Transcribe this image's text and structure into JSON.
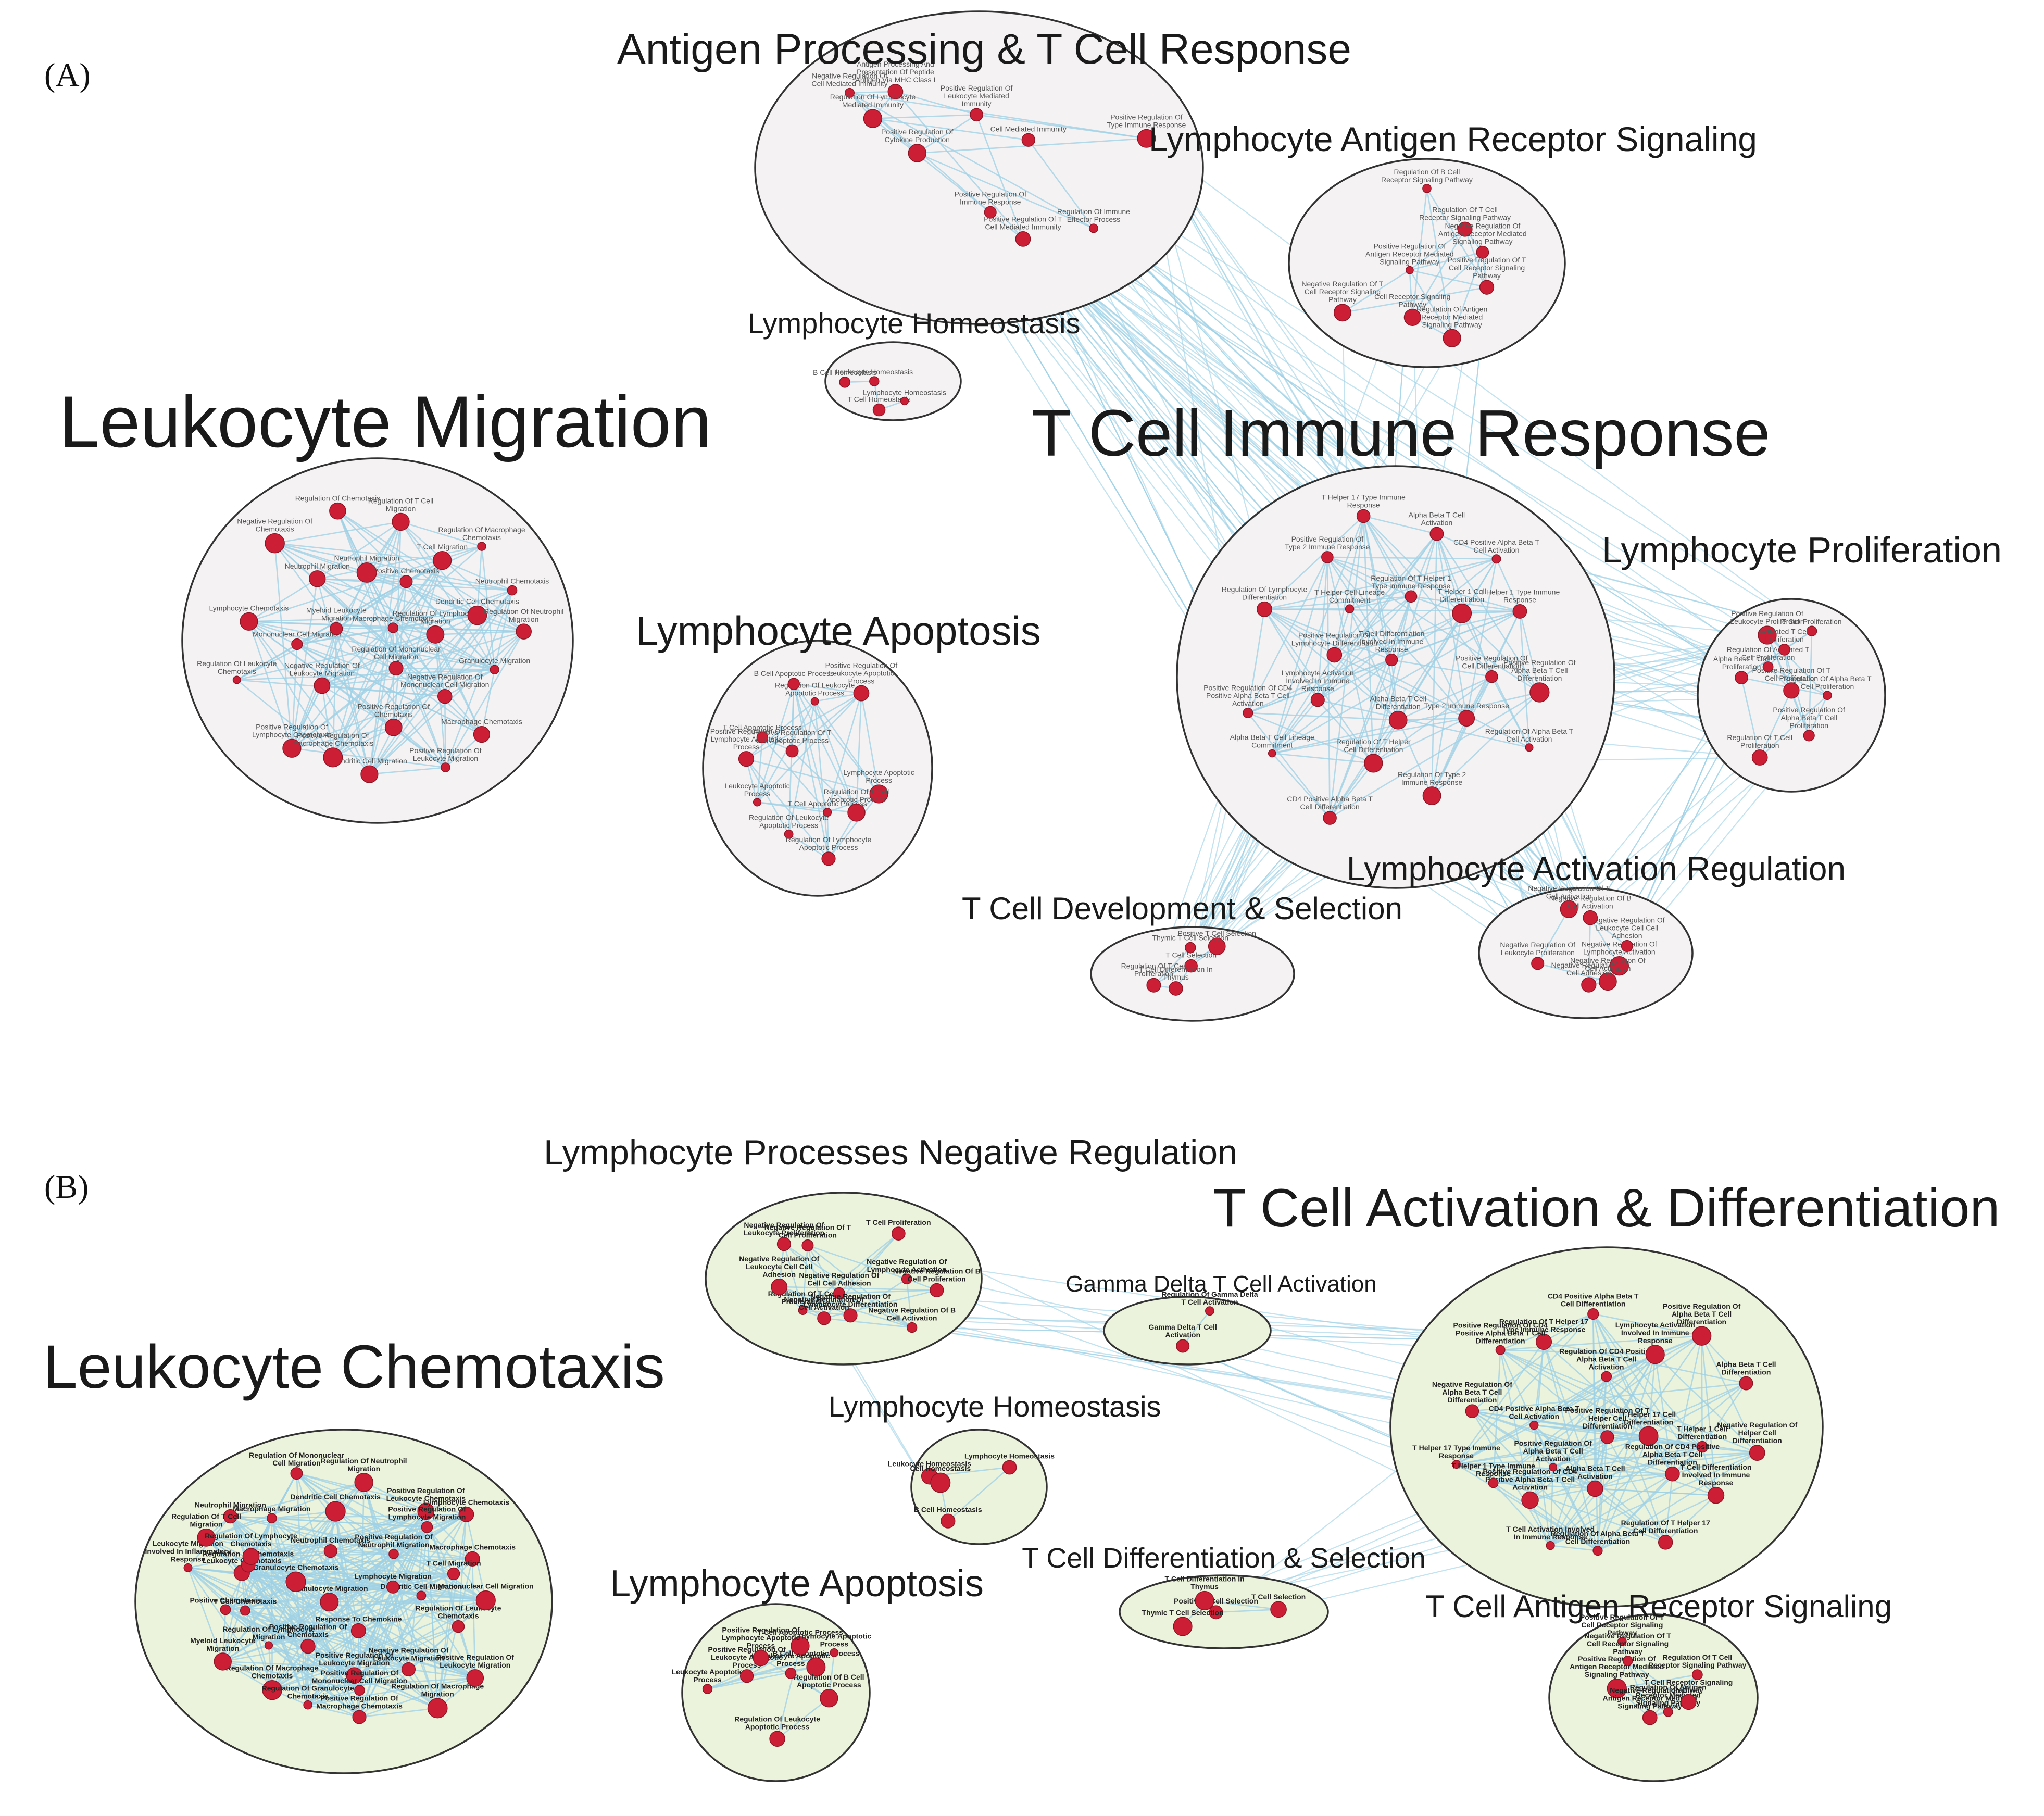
{
  "panels": [
    {
      "id": "A",
      "label": "(A)",
      "clusters": [
        {
          "id": "a_ap",
          "title": "Antigen Processing & T Cell Response",
          "nodes": [
            "Positive Regulation Of Leukocyte Mediated Immunity",
            "Positive Regulation Of Immune Response",
            "Antigen Processing And Presentation Of Peptide Antigen Via MHC Class I",
            "Cell Mediated Immunity",
            "Positive Regulation Of Cytokine Production",
            "Regulation Of Immune Effector Process",
            "Positive Regulation Of T Cell Mediated Immunity",
            "Positive Regulation Of Type Immune Response",
            "Negative Regulation Of Cell Mediated Immunity",
            "Regulation Of Lymphocyte Mediated Immunity"
          ]
        },
        {
          "id": "a_lars",
          "title": "Lymphocyte Antigen Receptor Signaling",
          "nodes": [
            "Cell Receptor Signaling Pathway",
            "Positive Regulation Of T Cell Receptor Signaling Pathway",
            "Regulation Of T Cell Receptor Signaling Pathway",
            "Regulation Of Antigen Receptor Mediated Signaling Pathway",
            "Regulation Of B Cell Receptor Signaling Pathway",
            "Negative Regulation Of Antigen Receptor Mediated Signaling Pathway",
            "Positive Regulation Of Antigen Receptor Mediated Signaling Pathway",
            "Negative Regulation Of T Cell Receptor Signaling Pathway"
          ]
        },
        {
          "id": "a_lh",
          "title": "Lymphocyte Homeostasis",
          "nodes": [
            "T Cell Homeostasis",
            "Lymphocyte Homeostasis",
            "B Cell Homeostasis",
            "Leukocyte Homeostasis"
          ]
        },
        {
          "id": "a_lm",
          "title": "Leukocyte Migration",
          "nodes": [
            "Dendritic Cell Migration",
            "Regulation Of T Cell Migration",
            "Regulation Of Lymphocyte Migration",
            "Mononuclear Cell Migration",
            "Positive Regulation Of Lymphocyte Chemotaxis",
            "Negative Regulation Of Leukocyte Migration",
            "Dendritic Cell Chemotaxis",
            "T Cell Migration",
            "Positive Regulation Of Macrophage Chemotaxis",
            "Regulation Of Mononuclear Cell Migration",
            "Regulation Of Leukocyte Chemotaxis",
            "Neutrophil Migration",
            "Positive Regulation Of Leukocyte Migration",
            "Macrophage Chemotaxis",
            "Positive Chemotaxis",
            "Positive Regulation Of Chemotaxis",
            "Regulation Of Macrophage Chemotaxis",
            "Regulation Of Neutrophil Migration",
            "Negative Regulation Of Mononuclear Cell Migration",
            "Negative Regulation Of Chemotaxis",
            "Regulation Of Chemotaxis",
            "Myeloid Leukocyte Migration",
            "Lymphocyte Chemotaxis",
            "Neutrophil Chemotaxis",
            "Macrophage Chemotaxis",
            "Granulocyte Migration",
            "Neutrophil Migration"
          ]
        },
        {
          "id": "a_la",
          "title": "Lymphocyte Apoptosis",
          "nodes": [
            "Regulation Of Leukocyte Apoptotic Process",
            "Positive Regulation Of T Cell Apoptotic Process",
            "T Cell Apoptotic Process",
            "Lymphocyte Apoptotic Process",
            "Regulation Of Leukocyte Apoptotic Process",
            "B Cell Apoptotic Process",
            "Regulation Of Lymphocyte Apoptotic Process",
            "T Cell Apoptotic Process",
            "Regulation Of T Cell Apoptotic Process",
            "Leukocyte Apoptotic Process",
            "Positive Regulation Of Lymphocyte Apoptotic Process",
            "Positive Regulation Of Leukocyte Apoptotic Process"
          ]
        },
        {
          "id": "a_tcir",
          "title": "T Cell Immune Response",
          "nodes": [
            "Regulation Of Lymphocyte Differentiation",
            "Positive Regulation Of Cell Differentiation",
            "Positive Regulation Of Lymphocyte Differentiation",
            "Positive Regulation Of Alpha Beta T Cell Differentiation",
            "Type 2 Immune Response",
            "Positive Regulation Of Type 2 Immune Response",
            "Regulation Of Alpha Beta T Cell Activation",
            "Positive Regulation Of CD4 Positive Alpha Beta T Cell Activation",
            "Regulation Of Type 2 Immune Response",
            "T Cell Differentiation Involved In Immune Response",
            "CD4 Positive Alpha Beta T Cell Activation",
            "CD4 Positive Alpha Beta T Cell Differentiation",
            "Alpha Beta T Cell Activation",
            "Lymphocyte Activation Involved In Immune Response",
            "Regulation Of T Helper Cell Differentiation",
            "T Helper 1 Type Immune Response",
            "Regulation Of T Helper 1 Type Immune Response",
            "Alpha Beta T Cell Lineage Commitment",
            "T Helper 17 Type Immune Response",
            "T Helper Cell Lineage Commitment",
            "T Helper 1 Cell Differentiation",
            "Alpha Beta T Cell Differentiation"
          ]
        },
        {
          "id": "a_lp",
          "title": "Lymphocyte Proliferation",
          "nodes": [
            "Regulation Of Activated T Cell Proliferation",
            "Regulation Of T Cell Proliferation",
            "Positive Regulation Of T Cell Proliferation",
            "T Cell Proliferation",
            "Positive Regulation Of Leukocyte Proliferation",
            "Alpha Beta T Cell Proliferation",
            "Regulation Of Alpha Beta T Cell Proliferation",
            "Activated T Cell Proliferation",
            "Positive Regulation Of Alpha Beta T Cell Proliferation"
          ]
        },
        {
          "id": "a_tcds",
          "title": "T Cell Development & Selection",
          "nodes": [
            "T Cell Selection",
            "Regulation Of T Cell Proliferation",
            "Positive T Cell Selection",
            "Thymic T Cell Selection",
            "T Cell Differentiation In Thymus"
          ]
        },
        {
          "id": "a_lar",
          "title": "Lymphocyte Activation Regulation",
          "nodes": [
            "Negative Regulation Of T Cell Activation",
            "Negative Regulation Of Lymphocyte Activation",
            "Negative Regulation Of Leukocyte Cell Cell Adhesion",
            "Negative Regulation Of Leukocyte Proliferation",
            "Negative Regulation Of B Cell Activation",
            "Negative Regulation Of Cell Activation",
            "Negative Regulation Of Cell Adhesion"
          ]
        }
      ]
    },
    {
      "id": "B",
      "label": "(B)",
      "clusters": [
        {
          "id": "b_lpnr",
          "title": "Lymphocyte Processes Negative Regulation",
          "nodes": [
            "Regulation Of T Cell Proliferation",
            "Negative Regulation Of T Cell Proliferation",
            "T Cell Proliferation",
            "Negative Regulation Of Cell Cell Adhesion",
            "Negative Regulation Of Lymphocyte Activation",
            "Negative Regulation Of Leukocyte Proliferation",
            "Negative Regulation Of Leukocyte Cell Cell Adhesion",
            "Negative Regulation Of B Cell Activation",
            "Negative Regulation Of Lymphocyte Differentiation",
            "Negative Regulation Of Cell Activation",
            "Negative Regulation Of B Cell Proliferation"
          ]
        },
        {
          "id": "b_tcad",
          "title": "T Cell Activation & Differentiation",
          "nodes": [
            "Regulation Of T Helper 17 Type Immune Response",
            "Regulation Of T Helper 17 Cell Differentiation",
            "Alpha Beta T Cell Activation",
            "Positive Regulation Of CD4 Positive Alpha Beta T Cell Activation",
            "T Helper 17 Type Immune Response",
            "Positive Regulation Of CD4 Positive Alpha Beta T Cell Differentiation",
            "T Helper 17 Cell Differentiation",
            "Regulation Of CD4 Positive Alpha Beta T Cell Activation",
            "Alpha Beta T Cell Differentiation",
            "Lymphocyte Activation Involved In Immune Response",
            "CD4 Positive Alpha Beta T Cell Activation",
            "Positive Regulation Of Alpha Beta T Cell Differentiation",
            "T Helper 1 Cell Differentiation",
            "Negative Regulation Of Helper Cell Differentiation",
            "CD4 Positive Alpha Beta T Cell Differentiation",
            "T Cell Differentiation Involved In Immune Response",
            "T Cell Activation Involved In Immune Response",
            "Positive Regulation Of Alpha Beta T Cell Activation",
            "Positive Regulation Of T Helper Cell Differentiation",
            "Regulation Of Alpha Beta T Cell Differentiation",
            "Negative Regulation Of Alpha Beta T Cell Differentiation",
            "T Helper 1 Type Immune Response",
            "Regulation Of CD4 Positive Alpha Beta T Cell Differentiation"
          ]
        },
        {
          "id": "b_gdtca",
          "title": "Gamma Delta T Cell Activation",
          "nodes": [
            "Gamma Delta T Cell Activation",
            "Regulation Of Gamma Delta T Cell Activation"
          ]
        },
        {
          "id": "b_lc",
          "title": "Leukocyte Chemotaxis",
          "nodes": [
            "Granulocyte Migration",
            "Leukocyte Migration Involved In Inflammatory Response",
            "Neutrophil Migration",
            "Negative Regulation Of Leukocyte Migration",
            "Granulocyte Chemotaxis",
            "Positive Regulation Of Neutrophil Migration",
            "Regulation Of Macrophage Chemotaxis",
            "Regulation Of Granulocyte Chemotaxis",
            "Neutrophil Chemotaxis",
            "Regulation Of Neutrophil Migration",
            "Macrophage Chemotaxis",
            "Myeloid Leukocyte Migration",
            "Positive Regulation Of Macrophage Chemotaxis",
            "Positive Regulation Of Leukocyte Chemotaxis",
            "Response To Chemokine",
            "Leukocyte Chemotaxis",
            "Positive Regulation Of Chemotaxis",
            "Positive Regulation Of Leukocyte Migration",
            "Regulation Of Leukocyte Chemotaxis",
            "Positive Chemotaxis",
            "Regulation Of Macrophage Migration",
            "Dendritic Cell Migration",
            "Dendritic Cell Chemotaxis",
            "Macrophage Migration",
            "Regulation Of Chemotaxis",
            "Positive Regulation Of Leukocyte Migration",
            "Lymphocyte Chemotaxis",
            "Regulation Of Mononuclear Cell Migration",
            "Mononuclear Cell Migration",
            "Positive Regulation Of Mononuclear Cell Migration",
            "Regulation Of T Cell Migration",
            "Positive Regulation Of Lymphocyte Migration",
            "Regulation Of Lymphocyte Chemotaxis",
            "T Cell Migration",
            "T Cell Chemotaxis",
            "Regulation Of Lymphocyte Migration",
            "Lymphocyte Migration"
          ]
        },
        {
          "id": "b_lh",
          "title": "Lymphocyte Homeostasis",
          "nodes": [
            "B Cell Homeostasis",
            "Lymphocyte Homeostasis",
            "Leukocyte Homeostasis",
            "Cell Homeostasis"
          ]
        },
        {
          "id": "b_tcdsel",
          "title": "T Cell Differentiation & Selection",
          "nodes": [
            "Positive T Cell Selection",
            "T Cell Differentiation In Thymus",
            "T Cell Selection",
            "Thymic T Cell Selection"
          ]
        },
        {
          "id": "b_la",
          "title": "Lymphocyte Apoptosis",
          "nodes": [
            "B Cell Apoptotic Process",
            "Leukocyte Apoptotic Process",
            "T Cell Apoptotic Process",
            "Regulation Of B Cell Apoptotic Process",
            "Thymocyte Apoptotic Process",
            "Regulation Of Leukocyte Apoptotic Process",
            "Positive Regulation Of Leukocyte Apoptotic Process",
            "Lymphocyte Apoptotic Process",
            "Positive Regulation Of Lymphocyte Apoptotic Process"
          ]
        },
        {
          "id": "b_tcars",
          "title": "T Cell Antigen Receptor Signaling",
          "nodes": [
            "Regulation Of T Cell Receptor Signaling Pathway",
            "Positive Regulation Of Antigen Receptor Mediated Signaling Pathway",
            "Negative Regulation Of Antigen Receptor Mediated Signaling Pathway",
            "Regulation Of Antigen Receptor Mediated Signaling Pathway",
            "Positive Regulation Of T Cell Receptor Signaling Pathway",
            "Negative Regulation Of T Cell Receptor Signaling Pathway",
            "T Cell Receptor Signaling Pathway"
          ]
        }
      ]
    }
  ],
  "colors": {
    "node": "#cc1f36",
    "edge": "#9dd0e6",
    "cluster_fill_A": "#f4f2f3",
    "cluster_fill_B": "#ecf3dc",
    "cluster_stroke": "#333333"
  }
}
